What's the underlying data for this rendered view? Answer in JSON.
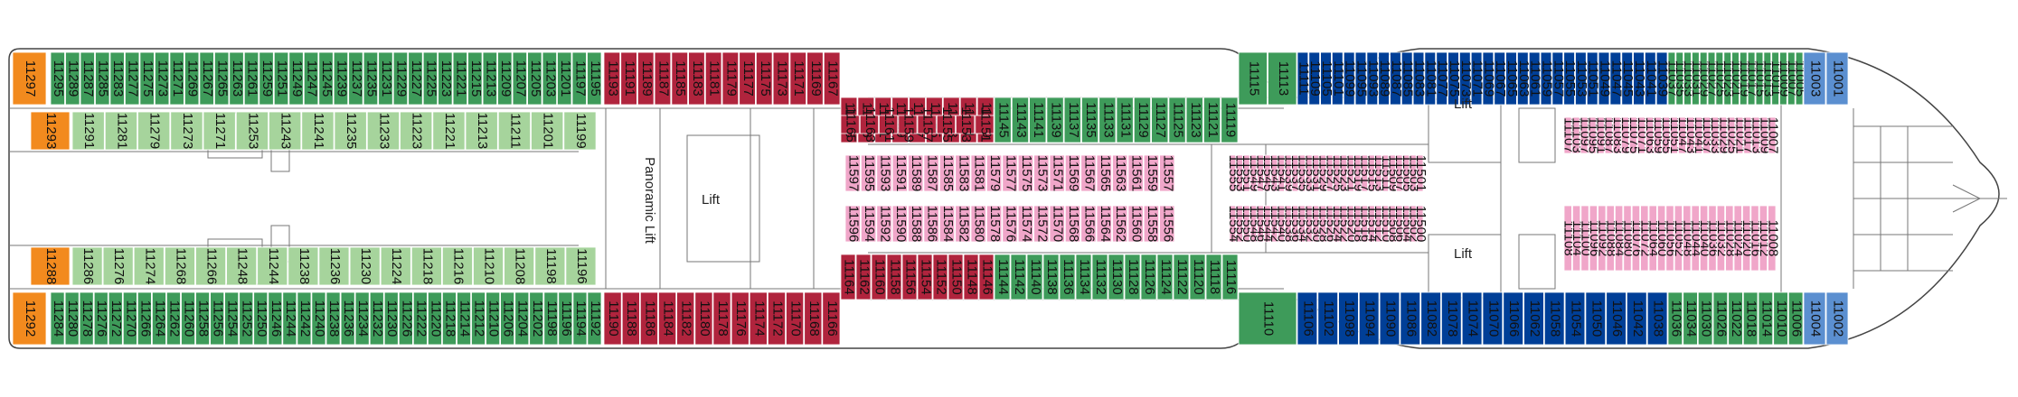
{
  "legend_colors": {
    "orange": "#f28a1e",
    "light_green": "#a6d49c",
    "green": "#3e9b5a",
    "red": "#b0243d",
    "pink": "#f0a6c9",
    "blue": "#003f97",
    "grey": "#c8ccc9",
    "light_blue": "#5b8fd0"
  },
  "labels": {
    "panoramic_lift": "Panoramic Lift",
    "lift_1": "Lift",
    "lift_2": "Lift",
    "lift_3": "Lift"
  },
  "cabins": {
    "top_orange": [
      "11297"
    ],
    "top_outer_green": [
      "11295",
      "11289",
      "11287",
      "11285",
      "11283",
      "11277",
      "11275",
      "11273",
      "11271",
      "11269",
      "11267",
      "11265",
      "11263",
      "11261",
      "11259",
      "11251",
      "11249",
      "11247",
      "11245",
      "11239",
      "11237",
      "11235",
      "11231",
      "11229",
      "11227",
      "11225",
      "11223",
      "11221",
      "11215",
      "11213",
      "11209",
      "11207",
      "11205",
      "11203",
      "11201",
      "11197",
      "11195"
    ],
    "top_outer_red": [
      "11193",
      "11191",
      "11189",
      "11187",
      "11185",
      "11183",
      "11181",
      "11179",
      "11177",
      "11175",
      "11173",
      "11171",
      "11169",
      "11167"
    ],
    "top_mid_red": [
      "11165",
      "11163",
      "11161",
      "11159",
      "11157",
      "11155",
      "11153",
      "11151",
      "11149"
    ],
    "top_mid_green": [
      "11145",
      "11143",
      "11141",
      "11139",
      "11137",
      "11135",
      "11133",
      "11131",
      "11129",
      "11127",
      "11125",
      "11123",
      "11121",
      "11119"
    ],
    "top_fwd_green": [
      "11115",
      "11113"
    ],
    "top_blue": [
      "11111",
      "11109",
      "11105",
      "11101",
      "11099",
      "11095",
      "11093",
      "11089",
      "11087",
      "11085",
      "11083",
      "11081",
      "11077",
      "11075",
      "11073",
      "11071",
      "11069",
      "11067",
      "11065",
      "11063",
      "11061",
      "11059",
      "11057",
      "11055",
      "11053",
      "11051",
      "11049",
      "11047",
      "11045",
      "11043",
      "11041",
      "11039"
    ],
    "top_bow_green": [
      "11037",
      "11035",
      "11033",
      "11031",
      "11029",
      "11027",
      "11025",
      "11023",
      "11021",
      "11019",
      "11017",
      "11015",
      "11013",
      "11011",
      "11009",
      "11007",
      "11005"
    ],
    "top_lightblue": [
      "11003",
      "11001"
    ],
    "top_inner_orange": [
      "11293"
    ],
    "top_inner_lightgreen": [
      "11291",
      "11281",
      "11279",
      "11273",
      "11271",
      "11253",
      "11243",
      "11241",
      "11235",
      "11233",
      "11223",
      "11221",
      "11213",
      "11211",
      "11201",
      "11199"
    ],
    "center_red": [
      "11165",
      "11163",
      "11161",
      "11159",
      "11157",
      "11155",
      "11153",
      "11151"
    ],
    "center_pink_top": [
      "11597",
      "11595",
      "11593",
      "11591",
      "11589",
      "11587",
      "11585",
      "11583",
      "11581",
      "11579",
      "11577",
      "11575",
      "11573",
      "11571",
      "11569",
      "11567",
      "11565",
      "11563",
      "11561",
      "11559",
      "11557"
    ],
    "center_pink_mid": [
      "11555",
      "11553",
      "11551",
      "11549",
      "11547",
      "11545",
      "11543",
      "11541",
      "11539",
      "11537",
      "11535",
      "11533",
      "11531",
      "11529",
      "11527",
      "11525",
      "11523",
      "11521",
      "11519",
      "11517",
      "11515",
      "11513",
      "11511",
      "11509",
      "11507",
      "11505",
      "11503",
      "11501"
    ],
    "center_pink_fwd_top": [
      "11107",
      "11103",
      "11097",
      "11095",
      "11091",
      "11087",
      "11083",
      "11079",
      "11075",
      "11071",
      "11063",
      "11059",
      "11055",
      "11051",
      "11047",
      "11043",
      "11041",
      "11037",
      "11033",
      "11029",
      "11025",
      "11021",
      "11017",
      "11013",
      "11009",
      "11007"
    ],
    "center_pink_bottom": [
      "11596",
      "11594",
      "11592",
      "11590",
      "11588",
      "11586",
      "11584",
      "11582",
      "11580",
      "11578",
      "11576",
      "11574",
      "11572",
      "11570",
      "11568",
      "11566",
      "11564",
      "11562",
      "11560",
      "11558",
      "11556"
    ],
    "center_pink_mid_low": [
      "11554",
      "11552",
      "11550",
      "11548",
      "11546",
      "11544",
      "11542",
      "11540",
      "11538",
      "11536",
      "11534",
      "11532",
      "11530",
      "11528",
      "11526",
      "11524",
      "11522",
      "11520",
      "11518",
      "11516",
      "11514",
      "11512",
      "11510",
      "11508",
      "11506",
      "11504",
      "11502",
      "11500"
    ],
    "center_pink_fwd_bottom": [
      "11108",
      "11104",
      "11100",
      "11096",
      "11092",
      "11088",
      "11084",
      "11080",
      "11076",
      "11072",
      "11064",
      "11060",
      "11056",
      "11052",
      "11048",
      "11044",
      "11040",
      "11036",
      "11032",
      "11028",
      "11024",
      "11020",
      "11016",
      "11012",
      "11008"
    ],
    "bottom_inner_orange": [
      "11288"
    ],
    "bottom_inner_lightgreen": [
      "11286",
      "11276",
      "11274",
      "11268",
      "11266",
      "11248",
      "11244",
      "11238",
      "11236",
      "11230",
      "11224",
      "11218",
      "11216",
      "11210",
      "11208",
      "11198",
      "11196"
    ],
    "bottom_orange": [
      "11292"
    ],
    "bottom_outer_green": [
      "11284",
      "11280",
      "11278",
      "11276",
      "11272",
      "11270",
      "11266",
      "11264",
      "11262",
      "11260",
      "11258",
      "11256",
      "11254",
      "11252",
      "11250",
      "11246",
      "11244",
      "11242",
      "11240",
      "11238",
      "11236",
      "11234",
      "11232",
      "11230",
      "11226",
      "11222",
      "11220",
      "11218",
      "11214",
      "11212",
      "11210",
      "11206",
      "11204",
      "11202",
      "11198",
      "11196",
      "11194",
      "11192"
    ],
    "bottom_outer_red": [
      "11190",
      "11188",
      "11186",
      "11184",
      "11182",
      "11180",
      "11178",
      "11176",
      "11174",
      "11172",
      "11170",
      "11168",
      "11166"
    ],
    "bottom_mid_red": [
      "11164",
      "11162",
      "11160",
      "11158",
      "11156",
      "11154",
      "11152",
      "11150",
      "11148",
      "11146"
    ],
    "bottom_mid_green": [
      "11144",
      "11142",
      "11140",
      "11138",
      "11136",
      "11134",
      "11132",
      "11130",
      "11128",
      "11126",
      "11124",
      "11122",
      "11120",
      "11118",
      "11116"
    ],
    "bottom_fwd_green": [
      "11110"
    ],
    "bottom_blue": [
      "11106",
      "11102",
      "11098",
      "11094",
      "11090",
      "11086",
      "11082",
      "11078",
      "11074",
      "11070",
      "11066",
      "11062",
      "11058",
      "11054",
      "11050",
      "11046",
      "11042",
      "11038"
    ],
    "bottom_bow_green": [
      "11036",
      "11034",
      "11030",
      "11026",
      "11022",
      "11018",
      "11014",
      "11010",
      "11006"
    ],
    "bottom_lightblue": [
      "11004",
      "11002"
    ]
  }
}
